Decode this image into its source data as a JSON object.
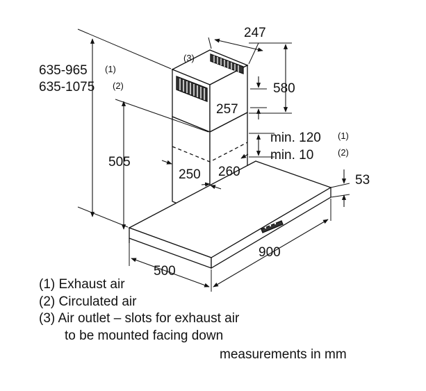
{
  "dimensions": {
    "total_height_exhaust": "635-965",
    "total_height_exhaust_ref": "(1)",
    "total_height_circulated": "635-1075",
    "total_height_circulated_ref": "(2)",
    "chimney_depth": "247",
    "chimney_height": "580",
    "vent_depth": "257",
    "duct_height": "505",
    "min_exhaust": "min. 120",
    "min_exhaust_ref": "(1)",
    "min_circulated": "min. 10",
    "min_circulated_ref": "(2)",
    "canopy_thickness": "53",
    "duct_width": "250",
    "duct_depth": "260",
    "hood_width": "900",
    "hood_depth": "500",
    "outlet_ref": "(3)"
  },
  "legend": {
    "item1": "(1) Exhaust air",
    "item2": "(2) Circulated air",
    "item3": "(3) Air outlet – slots for exhaust air",
    "item3_cont": "to be mounted facing down"
  },
  "units_note": "measurements in mm",
  "colors": {
    "line": "#111111",
    "background": "#ffffff"
  }
}
